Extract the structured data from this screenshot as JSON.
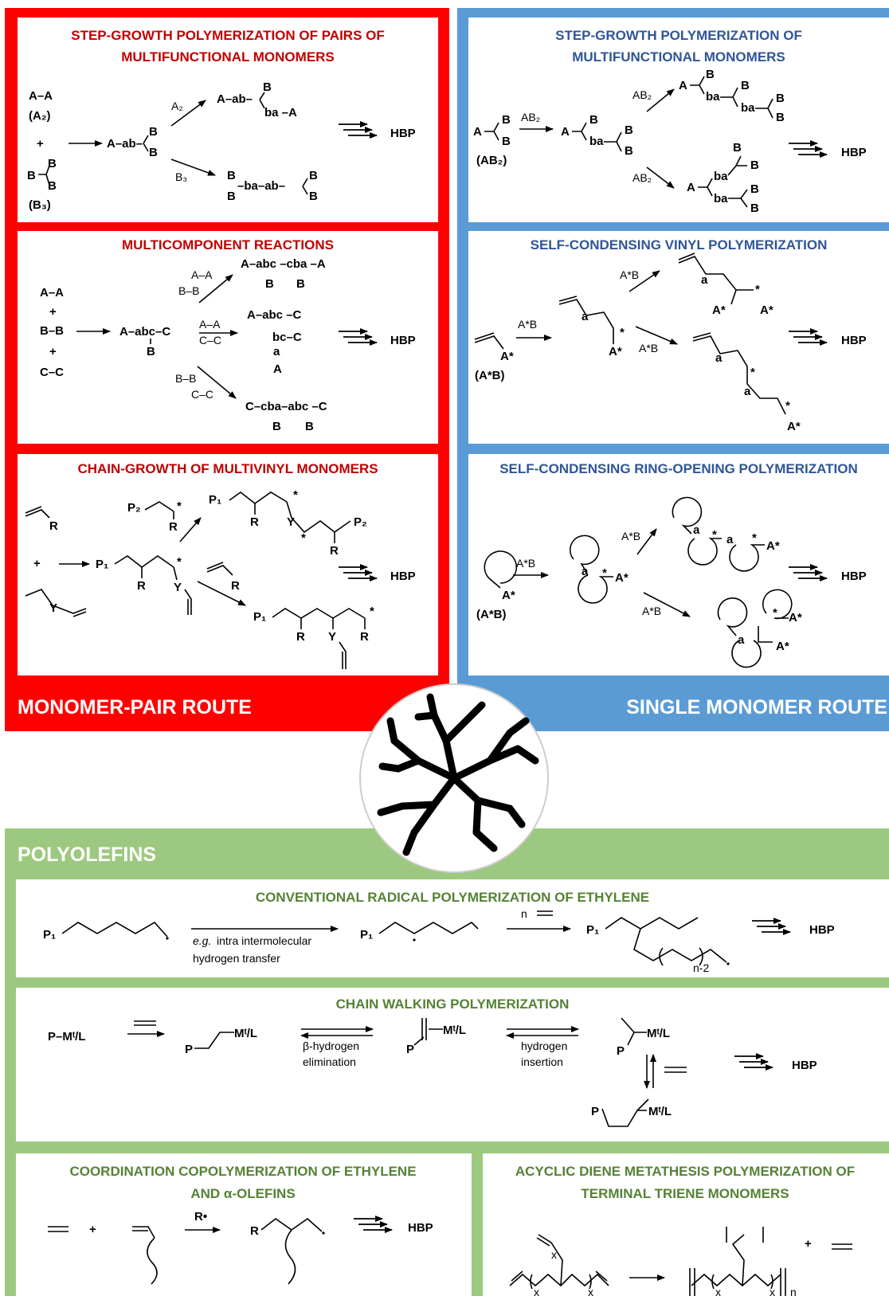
{
  "colors": {
    "red": "#ff0000",
    "red_text": "#c00000",
    "blue": "#5b9bd5",
    "blue_text": "#2f5597",
    "green": "#9cc97f",
    "green_text": "#548235"
  },
  "monomer_pair_route": {
    "route_label": "MONOMER-PAIR ROUTE",
    "panel1": {
      "title_line1": "STEP-GROWTH POLYMERIZATION OF PAIRS OF",
      "title_line2": "MULTIFUNCTIONAL MONOMERS",
      "monomer1": "A–A",
      "monomer1_code": "(A₂)",
      "plus": "+",
      "monomer2_code": "(B₃)",
      "intermediate": "A–ab–",
      "arrow_upper": "A₂",
      "arrow_lower": "B₃",
      "product_upper": "A–ab–",
      "product_upper_tail": "ba –A",
      "product_lower": "–ba–ab–",
      "product": "HBP"
    },
    "panel2": {
      "title": "MULTICOMPONENT REACTIONS",
      "m1": "A–A",
      "m2": "B–B",
      "m3": "C–C",
      "plus": "+",
      "intermediate": "A–abc–C",
      "sub_b": "B",
      "arrow_top": "A–A",
      "arrow_top2": "B–B",
      "arrow_mid": "A–A",
      "arrow_mid2": "C–C",
      "arrow_bot": "B–B",
      "arrow_bot2": "C–C",
      "product_top": "A–abc –cba –A",
      "product_mid": "A–abc –C",
      "product_mid2": "bc–C",
      "product_mid3": "a",
      "product_mid4": "A",
      "product_bot": "C–cba–abc –C",
      "product": "HBP"
    },
    "panel3": {
      "title": "CHAIN-GROWTH OF MULTIVINYL MONOMERS",
      "r": "R",
      "y": "Y",
      "p1": "P₁",
      "p2": "P₂",
      "star": "*",
      "plus": "+",
      "product": "HBP"
    }
  },
  "single_monomer_route": {
    "route_label": "SINGLE MONOMER ROUTE",
    "panel1": {
      "title_line1": "STEP-GROWTH POLYMERIZATION OF",
      "title_line2": "MULTIFUNCTIONAL MONOMERS",
      "monomer_code": "(AB₂)",
      "arrow": "AB₂",
      "product": "HBP"
    },
    "panel2": {
      "title": "SELF-CONDENSING VINYL POLYMERIZATION",
      "monomer_code": "(A*B)",
      "arrow": "A*B",
      "product": "HBP"
    },
    "panel3": {
      "title": "SELF-CONDENSING RING-OPENING POLYMERIZATION",
      "monomer_code": "(A*B)",
      "arrow": "A*B",
      "product": "HBP"
    }
  },
  "polyolefins": {
    "section_label": "POLYOLEFINS",
    "panel1": {
      "title": "CONVENTIONAL RADICAL POLYMERIZATION OF ETHYLENE",
      "p1": "P₁",
      "arrow_label_eg": "e.g.",
      "arrow_label1": "intra intermolecular",
      "arrow_label2": "hydrogen transfer",
      "arrow2_label": "n",
      "repeat": "n-2",
      "product": "HBP"
    },
    "panel2": {
      "title": "CHAIN WALKING POLYMERIZATION",
      "start": "P–Mᵗ/L",
      "catalyst": "Mᵗ/L",
      "p": "P",
      "elim1": "β-hydrogen",
      "elim2": "elimination",
      "ins1": "hydrogen",
      "ins2": "insertion",
      "product": "HBP"
    },
    "panel3": {
      "title_line1": "COORDINATION COPOLYMERIZATION OF ETHYLENE",
      "title_line2": "AND α-OLEFINS",
      "plus": "+",
      "initiator": "R•",
      "r": "R",
      "product": "HBP"
    },
    "panel4": {
      "title_line1": "ACYCLIC DIENE METATHESIS POLYMERIZATION OF",
      "title_line2": "TERMINAL TRIENE MONOMERS",
      "x": "x",
      "n": "n",
      "plus": "+"
    }
  }
}
